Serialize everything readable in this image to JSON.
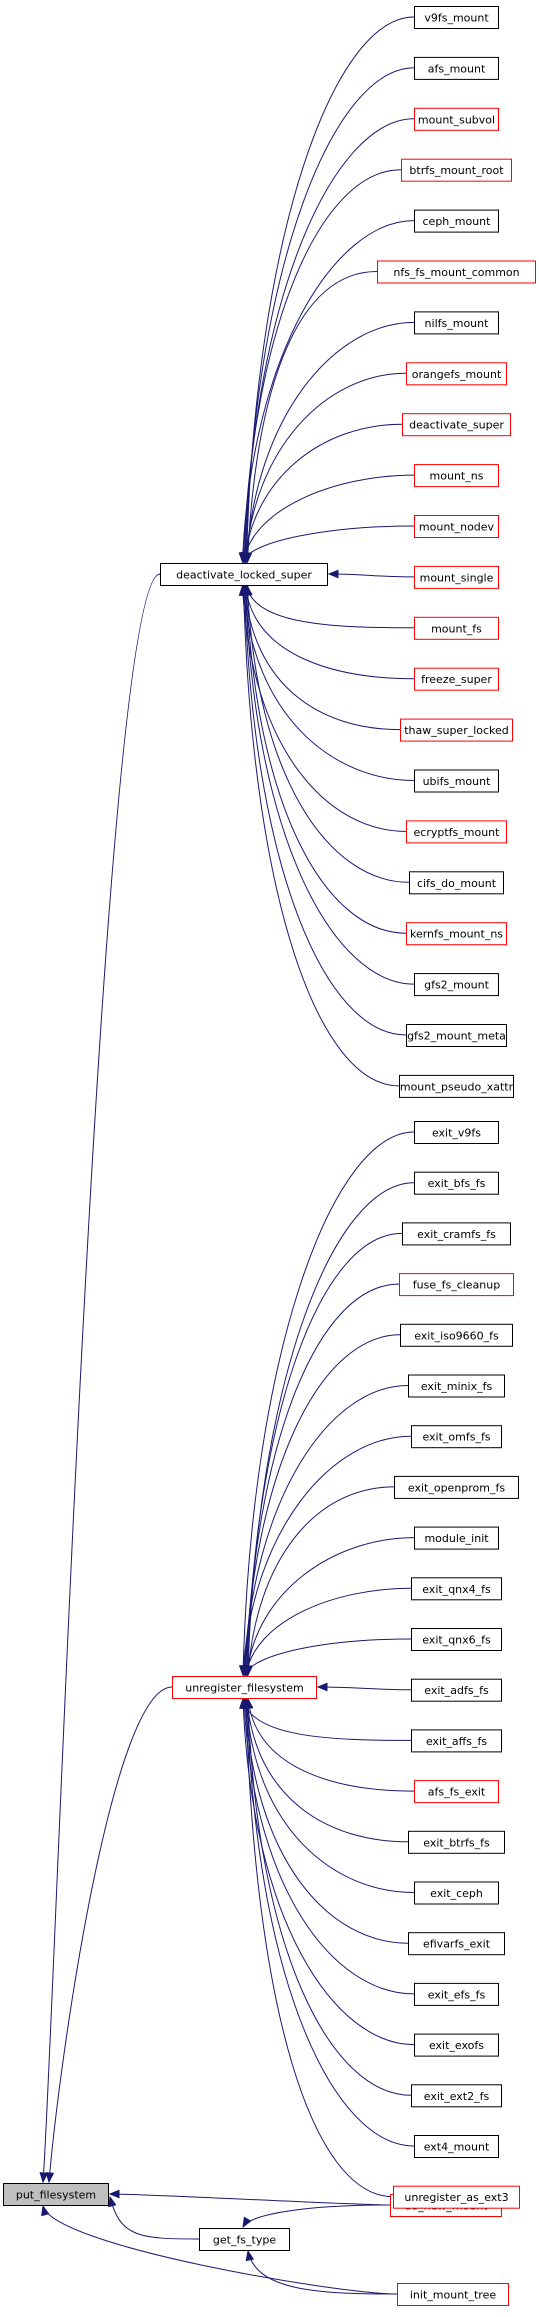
{
  "graph": {
    "edge_color": "#191970",
    "nodes": [
      {
        "id": "put_filesystem",
        "label": "put_filesystem",
        "border": "black",
        "fill": "#bfbfbf"
      },
      {
        "id": "deactivate_locked_super",
        "label": "deactivate_locked_super",
        "border": "black"
      },
      {
        "id": "unregister_filesystem",
        "label": "unregister_filesystem",
        "border": "red"
      },
      {
        "id": "get_fs_type",
        "label": "get_fs_type",
        "border": "black"
      },
      {
        "id": "do_new_mount",
        "label": "do_new_mount",
        "border": "red"
      },
      {
        "id": "init_mount_tree",
        "label": "init_mount_tree",
        "border": "red"
      },
      {
        "id": "v9fs_mount",
        "label": "v9fs_mount",
        "border": "black"
      },
      {
        "id": "afs_mount",
        "label": "afs_mount",
        "border": "black"
      },
      {
        "id": "mount_subvol",
        "label": "mount_subvol",
        "border": "red"
      },
      {
        "id": "btrfs_mount_root",
        "label": "btrfs_mount_root",
        "border": "red"
      },
      {
        "id": "ceph_mount",
        "label": "ceph_mount",
        "border": "black"
      },
      {
        "id": "nfs_fs_mount_common",
        "label": "nfs_fs_mount_common",
        "border": "red"
      },
      {
        "id": "nilfs_mount",
        "label": "nilfs_mount",
        "border": "black"
      },
      {
        "id": "orangefs_mount",
        "label": "orangefs_mount",
        "border": "red"
      },
      {
        "id": "deactivate_super",
        "label": "deactivate_super",
        "border": "red"
      },
      {
        "id": "mount_ns",
        "label": "mount_ns",
        "border": "red"
      },
      {
        "id": "mount_nodev",
        "label": "mount_nodev",
        "border": "red"
      },
      {
        "id": "mount_single",
        "label": "mount_single",
        "border": "red"
      },
      {
        "id": "mount_fs",
        "label": "mount_fs",
        "border": "red"
      },
      {
        "id": "freeze_super",
        "label": "freeze_super",
        "border": "red"
      },
      {
        "id": "thaw_super_locked",
        "label": "thaw_super_locked",
        "border": "red"
      },
      {
        "id": "ubifs_mount",
        "label": "ubifs_mount",
        "border": "black"
      },
      {
        "id": "ecryptfs_mount",
        "label": "ecryptfs_mount",
        "border": "red"
      },
      {
        "id": "cifs_do_mount",
        "label": "cifs_do_mount",
        "border": "black"
      },
      {
        "id": "kernfs_mount_ns",
        "label": "kernfs_mount_ns",
        "border": "red"
      },
      {
        "id": "gfs2_mount",
        "label": "gfs2_mount",
        "border": "black"
      },
      {
        "id": "gfs2_mount_meta",
        "label": "gfs2_mount_meta",
        "border": "black"
      },
      {
        "id": "mount_pseudo_xattr",
        "label": "mount_pseudo_xattr",
        "border": "black"
      },
      {
        "id": "exit_v9fs",
        "label": "exit_v9fs",
        "border": "black"
      },
      {
        "id": "exit_bfs_fs",
        "label": "exit_bfs_fs",
        "border": "black"
      },
      {
        "id": "exit_cramfs_fs",
        "label": "exit_cramfs_fs",
        "border": "black"
      },
      {
        "id": "fuse_fs_cleanup",
        "label": "fuse_fs_cleanup",
        "border": "red"
      },
      {
        "id": "exit_iso9660_fs",
        "label": "exit_iso9660_fs",
        "border": "black"
      },
      {
        "id": "exit_minix_fs",
        "label": "exit_minix_fs",
        "border": "black"
      },
      {
        "id": "exit_omfs_fs",
        "label": "exit_omfs_fs",
        "border": "black"
      },
      {
        "id": "exit_openprom_fs",
        "label": "exit_openprom_fs",
        "border": "black"
      },
      {
        "id": "module_init",
        "label": "module_init",
        "border": "black"
      },
      {
        "id": "exit_qnx4_fs",
        "label": "exit_qnx4_fs",
        "border": "black"
      },
      {
        "id": "exit_qnx6_fs",
        "label": "exit_qnx6_fs",
        "border": "black"
      },
      {
        "id": "exit_adfs_fs",
        "label": "exit_adfs_fs",
        "border": "black"
      },
      {
        "id": "exit_affs_fs",
        "label": "exit_affs_fs",
        "border": "black"
      },
      {
        "id": "afs_fs_exit",
        "label": "afs_fs_exit",
        "border": "red"
      },
      {
        "id": "exit_btrfs_fs",
        "label": "exit_btrfs_fs",
        "border": "black"
      },
      {
        "id": "exit_ceph",
        "label": "exit_ceph",
        "border": "black"
      },
      {
        "id": "efivarfs_exit",
        "label": "efivarfs_exit",
        "border": "black"
      },
      {
        "id": "exit_efs_fs",
        "label": "exit_efs_fs",
        "border": "black"
      },
      {
        "id": "exit_exofs",
        "label": "exit_exofs",
        "border": "black"
      },
      {
        "id": "exit_ext2_fs",
        "label": "exit_ext2_fs",
        "border": "black"
      },
      {
        "id": "ext4_mount",
        "label": "ext4_mount",
        "border": "black"
      },
      {
        "id": "unregister_as_ext3",
        "label": "unregister_as_ext3",
        "border": "red"
      }
    ],
    "edges": [
      [
        "deactivate_locked_super",
        "put_filesystem"
      ],
      [
        "unregister_filesystem",
        "put_filesystem"
      ],
      [
        "get_fs_type",
        "put_filesystem"
      ],
      [
        "do_new_mount",
        "put_filesystem"
      ],
      [
        "init_mount_tree",
        "put_filesystem"
      ],
      [
        "do_new_mount",
        "get_fs_type"
      ],
      [
        "init_mount_tree",
        "get_fs_type"
      ],
      [
        "v9fs_mount",
        "deactivate_locked_super"
      ],
      [
        "afs_mount",
        "deactivate_locked_super"
      ],
      [
        "mount_subvol",
        "deactivate_locked_super"
      ],
      [
        "btrfs_mount_root",
        "deactivate_locked_super"
      ],
      [
        "ceph_mount",
        "deactivate_locked_super"
      ],
      [
        "nfs_fs_mount_common",
        "deactivate_locked_super"
      ],
      [
        "nilfs_mount",
        "deactivate_locked_super"
      ],
      [
        "orangefs_mount",
        "deactivate_locked_super"
      ],
      [
        "deactivate_super",
        "deactivate_locked_super"
      ],
      [
        "mount_ns",
        "deactivate_locked_super"
      ],
      [
        "mount_nodev",
        "deactivate_locked_super"
      ],
      [
        "mount_single",
        "deactivate_locked_super"
      ],
      [
        "mount_fs",
        "deactivate_locked_super"
      ],
      [
        "freeze_super",
        "deactivate_locked_super"
      ],
      [
        "thaw_super_locked",
        "deactivate_locked_super"
      ],
      [
        "ubifs_mount",
        "deactivate_locked_super"
      ],
      [
        "ecryptfs_mount",
        "deactivate_locked_super"
      ],
      [
        "cifs_do_mount",
        "deactivate_locked_super"
      ],
      [
        "kernfs_mount_ns",
        "deactivate_locked_super"
      ],
      [
        "gfs2_mount",
        "deactivate_locked_super"
      ],
      [
        "gfs2_mount_meta",
        "deactivate_locked_super"
      ],
      [
        "mount_pseudo_xattr",
        "deactivate_locked_super"
      ],
      [
        "exit_v9fs",
        "unregister_filesystem"
      ],
      [
        "exit_bfs_fs",
        "unregister_filesystem"
      ],
      [
        "exit_cramfs_fs",
        "unregister_filesystem"
      ],
      [
        "fuse_fs_cleanup",
        "unregister_filesystem"
      ],
      [
        "exit_iso9660_fs",
        "unregister_filesystem"
      ],
      [
        "exit_minix_fs",
        "unregister_filesystem"
      ],
      [
        "exit_omfs_fs",
        "unregister_filesystem"
      ],
      [
        "exit_openprom_fs",
        "unregister_filesystem"
      ],
      [
        "module_init",
        "unregister_filesystem"
      ],
      [
        "exit_qnx4_fs",
        "unregister_filesystem"
      ],
      [
        "exit_qnx6_fs",
        "unregister_filesystem"
      ],
      [
        "exit_adfs_fs",
        "unregister_filesystem"
      ],
      [
        "exit_affs_fs",
        "unregister_filesystem"
      ],
      [
        "afs_fs_exit",
        "unregister_filesystem"
      ],
      [
        "exit_btrfs_fs",
        "unregister_filesystem"
      ],
      [
        "exit_ceph",
        "unregister_filesystem"
      ],
      [
        "efivarfs_exit",
        "unregister_filesystem"
      ],
      [
        "exit_efs_fs",
        "unregister_filesystem"
      ],
      [
        "exit_exofs",
        "unregister_filesystem"
      ],
      [
        "exit_ext2_fs",
        "unregister_filesystem"
      ],
      [
        "ext4_mount",
        "unregister_filesystem"
      ],
      [
        "unregister_as_ext3",
        "unregister_filesystem"
      ]
    ]
  }
}
